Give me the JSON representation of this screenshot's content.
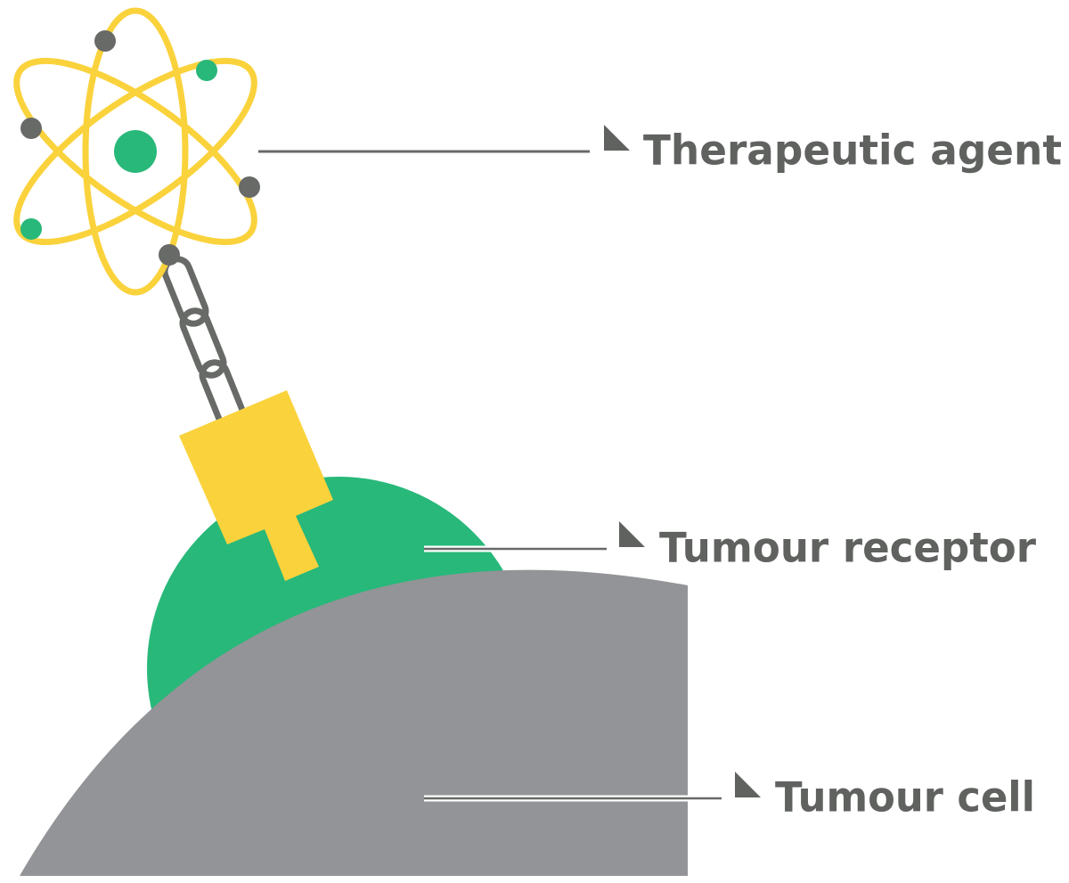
{
  "colors": {
    "yellow": "#FAD23C",
    "green": "#28B87A",
    "dark_gray": "#676A67",
    "cell_gray": "#939497",
    "label_gray": "#5F625F",
    "background": "#FFFFFF"
  },
  "icons": {
    "agent": "atom-icon",
    "linker": "chain-link-icon",
    "pointer": "triangle-pointer-icon"
  },
  "labels": {
    "therapeutic_agent": "Therapeutic agent",
    "tumour_receptor": "Tumour receptor",
    "tumour_cell": "Tumour cell"
  }
}
